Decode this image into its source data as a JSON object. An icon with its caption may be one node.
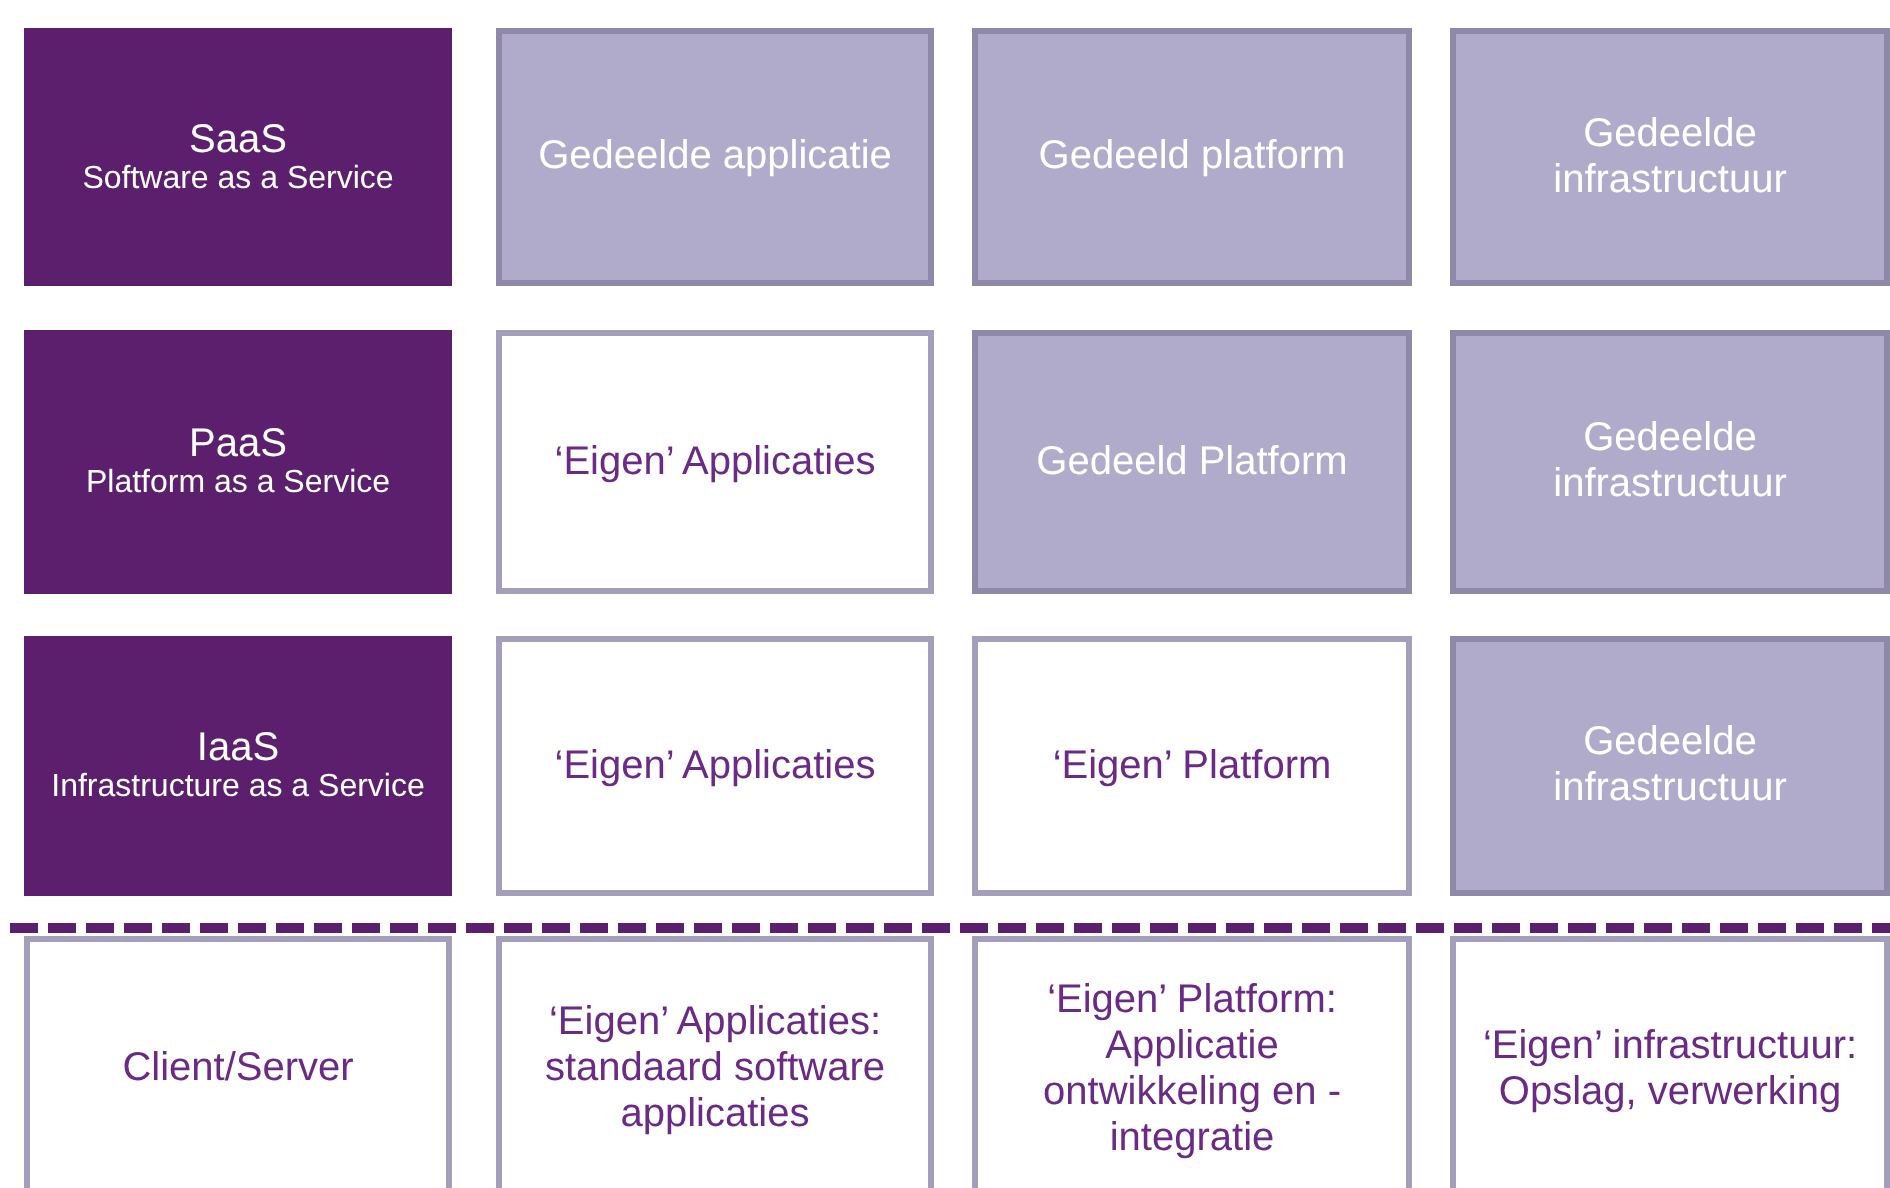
{
  "diagram": {
    "nodes": [
      {
        "text": [
          "SaaS",
          "Software as a Service"
        ]
      },
      {
        "text": [
          "Gedeelde applicatie"
        ]
      },
      {
        "text": [
          "Gedeeld platform"
        ]
      },
      {
        "text": [
          "Gedeelde infrastructuur"
        ]
      },
      {
        "text": [
          "PaaS",
          "Platform as a Service"
        ]
      },
      {
        "text": [
          "‘Eigen’ Applicaties"
        ]
      },
      {
        "text": [
          "Gedeeld Platform"
        ]
      },
      {
        "text": [
          "Gedeelde infrastructuur"
        ]
      },
      {
        "text": [
          "IaaS",
          "Infrastructure as a Service"
        ]
      },
      {
        "text": [
          "‘Eigen’ Applicaties"
        ]
      },
      {
        "text": [
          "‘Eigen’ Platform"
        ]
      },
      {
        "text": [
          "Gedeelde infrastructuur"
        ]
      },
      {
        "text": [
          "Client/Server"
        ]
      },
      {
        "text": [
          "‘Eigen’ Applicaties: standaard software applicaties"
        ]
      },
      {
        "text": [
          "‘Eigen’ Platform: Applicatie ontwikkeling en -integratie"
        ]
      },
      {
        "text": [
          "‘Eigen’ infrastructuur: Opslag, verwerking"
        ]
      }
    ]
  }
}
